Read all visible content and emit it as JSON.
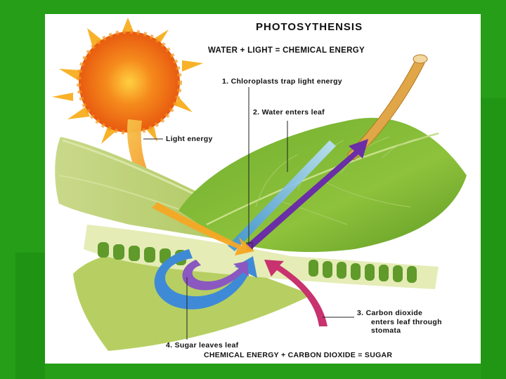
{
  "diagram": {
    "title": "PHOTOSYTHENSIS",
    "equation_top": "WATER + LIGHT = CHEMICAL ENERGY",
    "equation_bottom": "CHEMICAL ENERGY + CARBON DIOXIDE = SUGAR",
    "labels": {
      "light_energy": "Light energy",
      "step1": "1.  Chloroplasts trap light energy",
      "step2": "2.  Water enters leaf",
      "step3_line1": "3.  Carbon dioxide",
      "step3_line2": "enters leaf through",
      "step3_line3": "stomata",
      "step4": "4.  Sugar leaves leaf"
    }
  },
  "colors": {
    "slide_background": "#2aa61c",
    "sun": "#ef7a18",
    "leaf": "#8fb63c",
    "water_arrow": "#4aa3e6",
    "light_arrow": "#f4a020",
    "sugar_arrow": "#6a2ea6",
    "co2_arrow": "#c8326e"
  }
}
